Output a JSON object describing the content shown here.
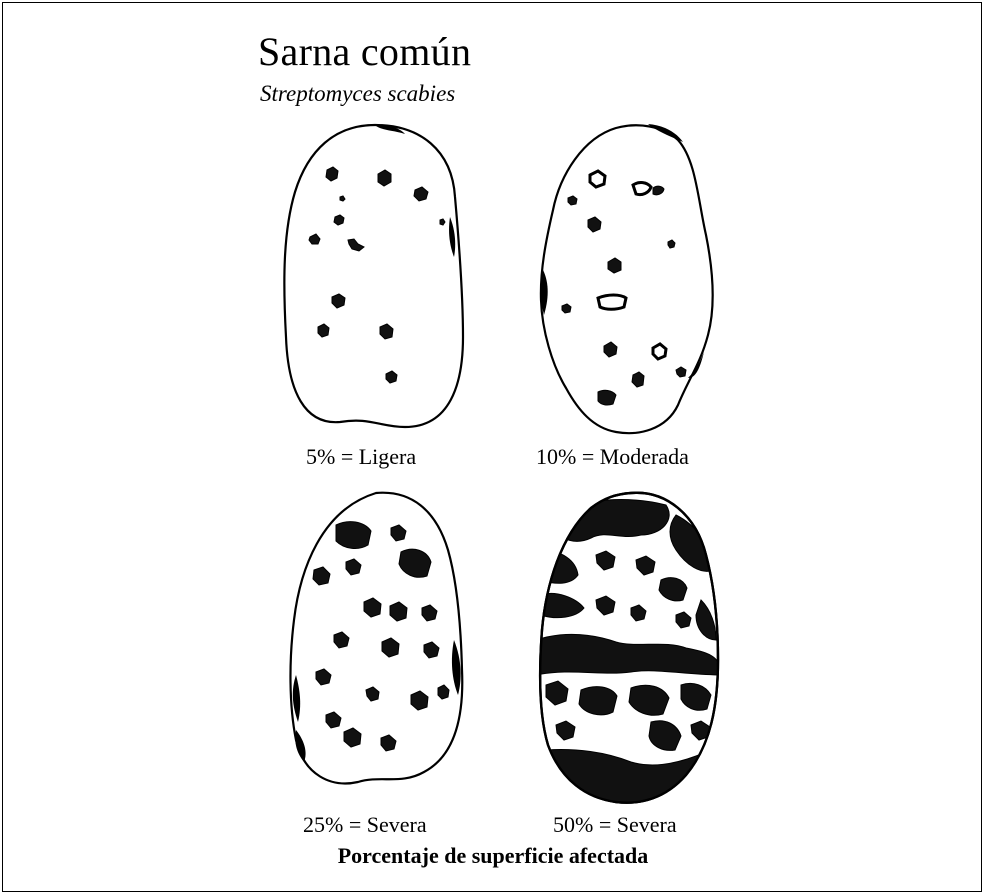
{
  "figure": {
    "title": "Sarna común",
    "subtitle": "Streptomyces scabies",
    "footer": "Porcentaje de superficie afectada"
  },
  "panels": [
    {
      "caption": "5% = Ligera",
      "coverage_percent": 5,
      "severity": "Ligera"
    },
    {
      "caption": "10% = Moderada",
      "coverage_percent": 10,
      "severity": "Moderada"
    },
    {
      "caption": "25% = Severa",
      "coverage_percent": 25,
      "severity": "Severa"
    },
    {
      "caption": "50% = Severa",
      "coverage_percent": 50,
      "severity": "Severa"
    }
  ],
  "colors": {
    "ink": "#000000",
    "background": "#ffffff"
  }
}
